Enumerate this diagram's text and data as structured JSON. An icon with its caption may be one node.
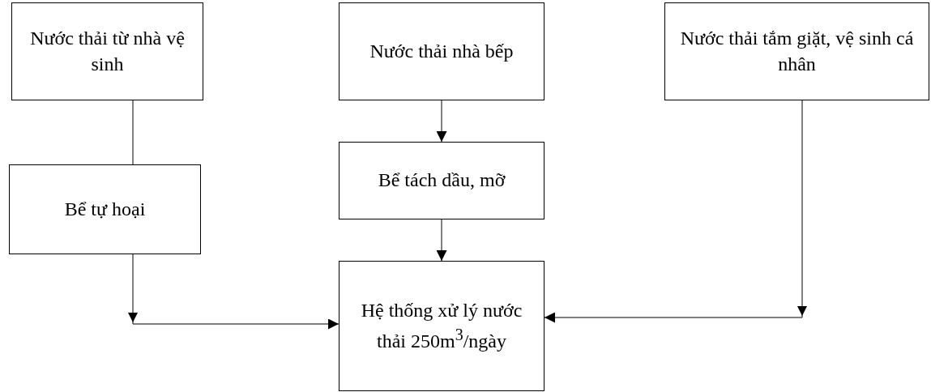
{
  "diagram": {
    "nodes": [
      {
        "text": [
          "Nước thải từ nhà vệ sinh"
        ]
      },
      {
        "text": [
          "Nước thải nhà bếp"
        ]
      },
      {
        "text": [
          "Nước thải tắm giặt, vệ sinh cá nhân"
        ]
      },
      {
        "text": [
          "Bể tự hoại"
        ]
      },
      {
        "text": [
          "Bể tách dầu, mỡ"
        ]
      },
      {
        "text": [
          "Hệ thống xử lý nước thải 250m$^{3}$/ngày"
        ]
      }
    ],
    "edges": [
      {
        "from": 0,
        "to": 3,
        "arrow": "none"
      },
      {
        "from": 1,
        "to": 4,
        "arrow": "to"
      },
      {
        "from": 4,
        "to": 5,
        "arrow": "to"
      },
      {
        "from": 3,
        "to": 5,
        "arrow": "to"
      },
      {
        "from": 2,
        "to": 5,
        "arrow": "to"
      }
    ]
  }
}
